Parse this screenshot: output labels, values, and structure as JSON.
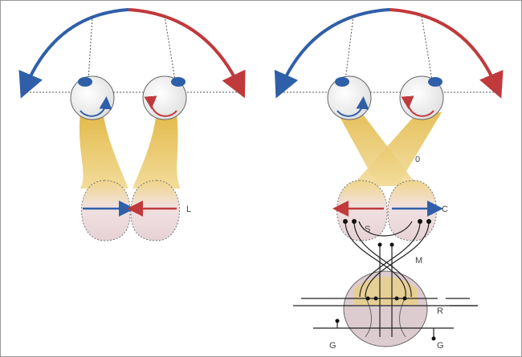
{
  "labels": {
    "L": "L",
    "O": "0",
    "C": "C",
    "S": "S",
    "M": "M",
    "R": "R",
    "G1": "G",
    "G2": "G"
  },
  "colors": {
    "blue": "#2f5fa8",
    "red": "#c0393b",
    "fiber": "#e6c15a",
    "brain": "#eedde0",
    "cord": "#d9c4c8",
    "border": "#999999"
  }
}
